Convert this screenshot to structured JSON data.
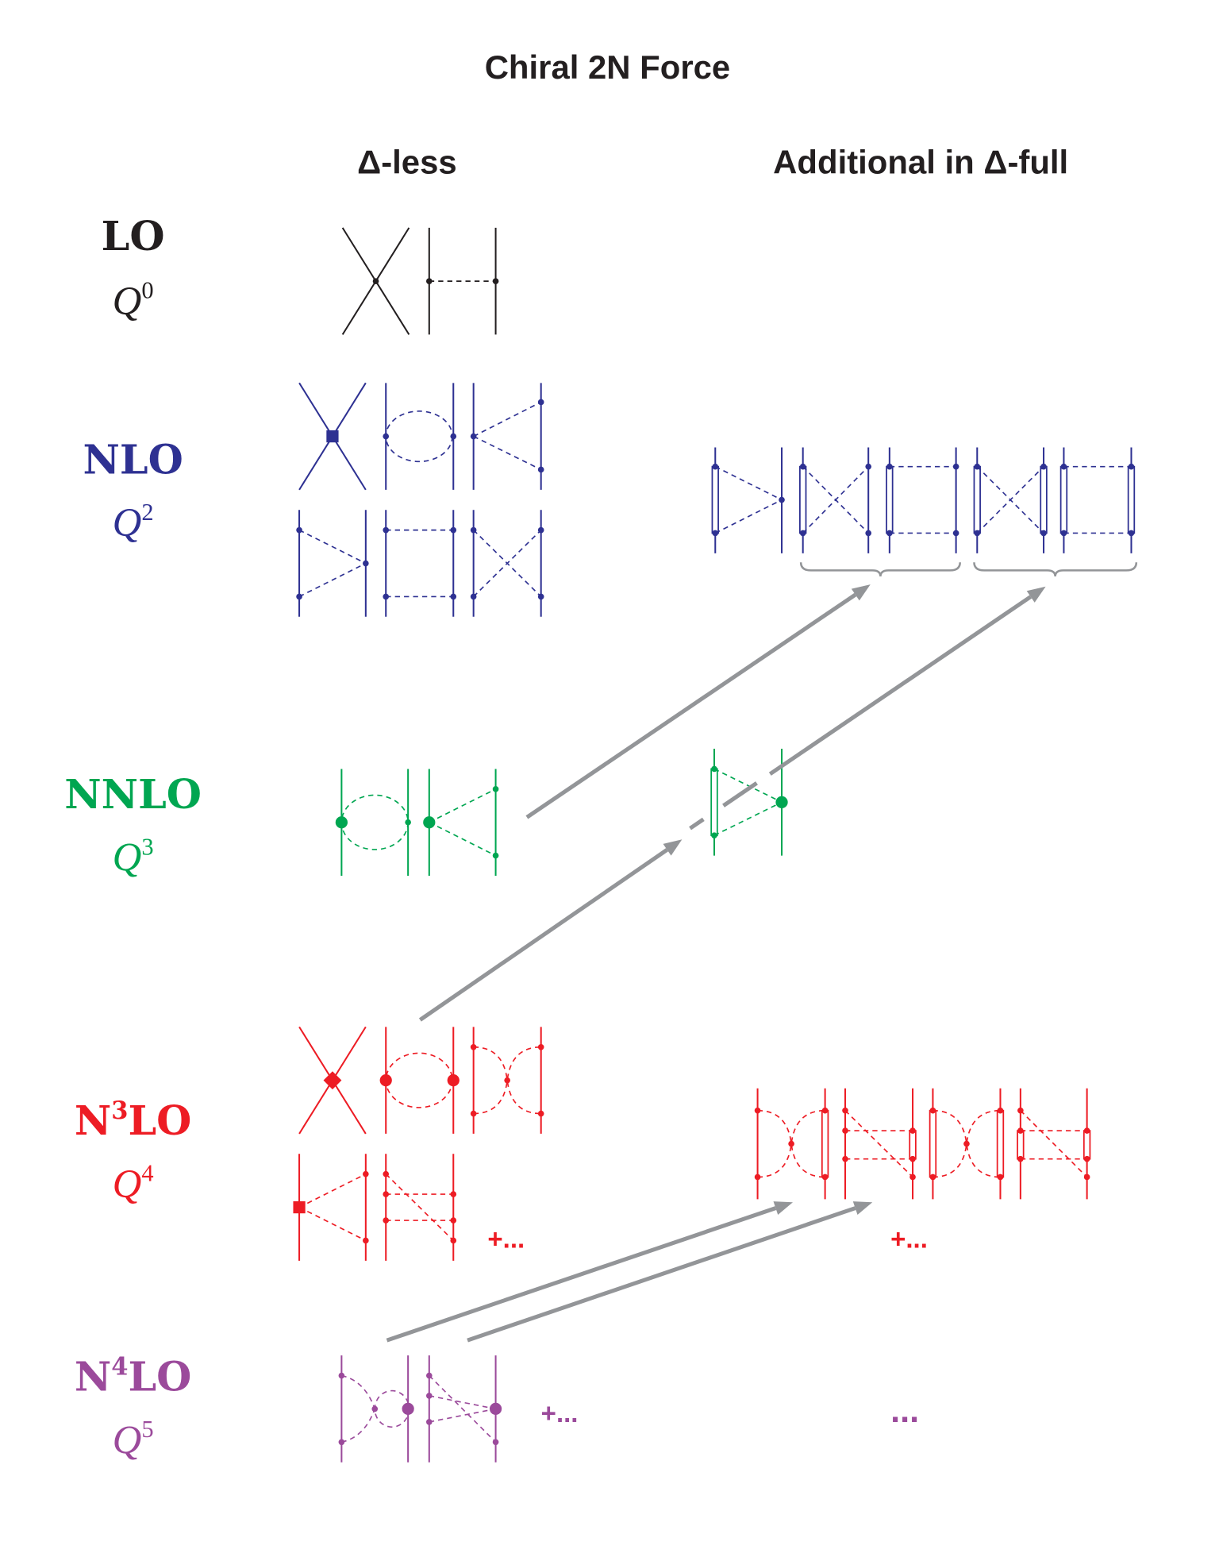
{
  "title": "Chiral 2N Force",
  "columns": {
    "delta_less": "Δ-less",
    "delta_full": "Additional in  Δ-full"
  },
  "colors": {
    "LO": "#231f20",
    "NLO": "#2e3192",
    "NNLO": "#00a651",
    "N3LO": "#ed1c24",
    "N4LO": "#9b4a9b",
    "arrow": "#939598"
  },
  "orders": [
    {
      "label": "LO",
      "power_base": "Q",
      "power_exp": "0"
    },
    {
      "label": "NLO",
      "power_base": "Q",
      "power_exp": "2"
    },
    {
      "label": "NNLO",
      "power_base": "Q",
      "power_exp": "3"
    },
    {
      "label_base": "N",
      "label_exp": "3",
      "label_rest": "LO",
      "power_base": "Q",
      "power_exp": "4"
    },
    {
      "label_base": "N",
      "label_exp": "4",
      "label_rest": "LO",
      "power_base": "Q",
      "power_exp": "5"
    }
  ],
  "ellipsis": {
    "n3lo_less": "+...",
    "n3lo_full": "+...",
    "n4lo_less": "+...",
    "n4lo_full": "..."
  }
}
